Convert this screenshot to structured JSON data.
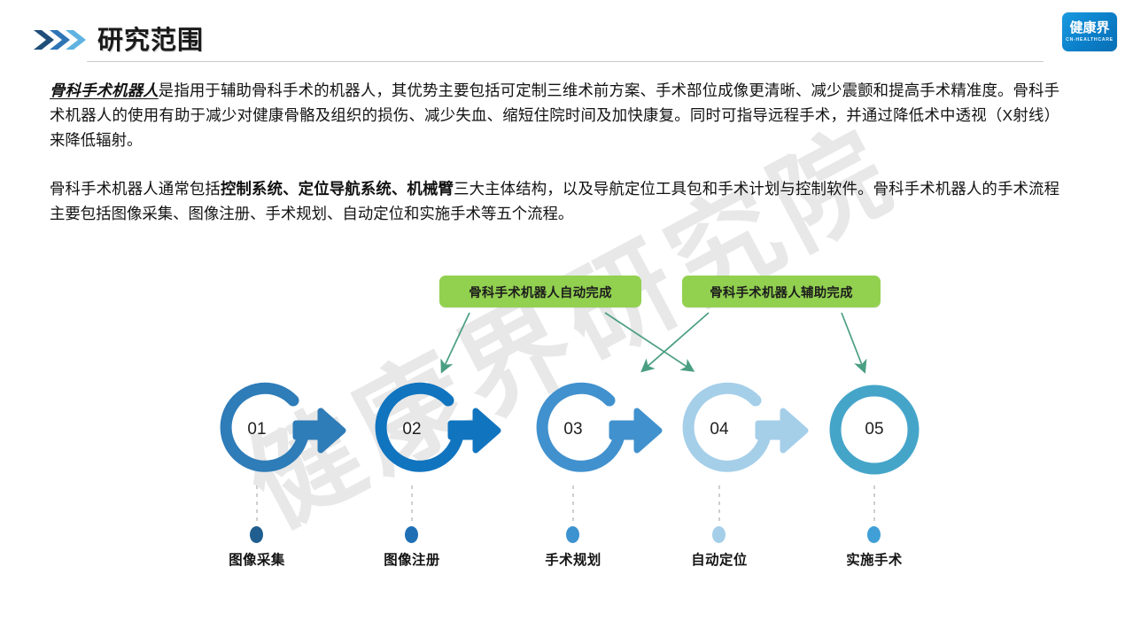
{
  "header": {
    "title": "研究范围",
    "chevron_colors": [
      "#1f4e79",
      "#2e75b6",
      "#5fb3e0"
    ],
    "rule_color": "#c9c9c9",
    "logo": {
      "cn": "健康界",
      "en": "CN-HEALTHCARE",
      "bg": "#0b7fc9"
    }
  },
  "watermark": {
    "text": "健康界研究院"
  },
  "body": {
    "paragraph1": {
      "lead": "骨科手术机器人",
      "rest": "是指用于辅助骨科手术的机器人，其优势主要包括可定制三维术前方案、手术部位成像更清晰、减少震颤和提高手术精准度。骨科手术机器人的使用有助于减少对健康骨骼及组织的损伤、减少失血、缩短住院时间及加快康复。同时可指导远程手术，并通过降低术中透视（X射线）来降低辐射。"
    },
    "paragraph2": {
      "p1": "骨科手术机器人通常包括",
      "kw1": "控制系统、定位导航系统、机械臂",
      "p2": "三大主体结构，以及导航定位工具包和手术计划与控制软件。骨科手术机器人的手术流程主要包括图像采集、图像注册、手术规划、自动定位和实施手术等五个流程。"
    }
  },
  "diagram": {
    "badges": [
      {
        "label": "骨科手术机器人自动完成",
        "color": "#92d050"
      },
      {
        "label": "骨科手术机器人辅助完成",
        "color": "#92d050"
      }
    ],
    "arrow_color": "#4a9e82",
    "steps": [
      {
        "number": "01",
        "label": "图像采集",
        "color": "#2e7cb8",
        "has_arrow": true
      },
      {
        "number": "02",
        "label": "图像注册",
        "color": "#1174bf",
        "has_arrow": true
      },
      {
        "number": "03",
        "label": "手术规划",
        "color": "#4191ce",
        "has_arrow": true
      },
      {
        "number": "04",
        "label": "自动定位",
        "color": "#a5cfe9",
        "has_arrow": true
      },
      {
        "number": "05",
        "label": "实施手术",
        "color": "#45a5c9",
        "has_arrow": false
      }
    ],
    "dot_colors": [
      "#1f5e8f",
      "#1f6fb5",
      "#3d92d0",
      "#a5cfe9",
      "#3f9fd6"
    ],
    "connector_color": "#cfcfcf"
  }
}
